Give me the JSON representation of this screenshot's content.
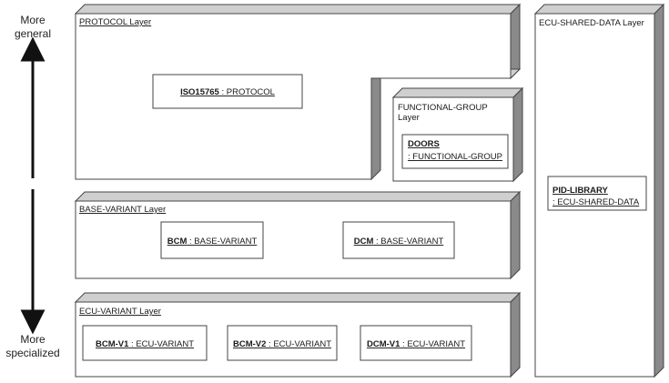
{
  "axis": {
    "top_line1": "More",
    "top_line2": "general",
    "bottom_line1": "More",
    "bottom_line2": "specialized"
  },
  "layers": {
    "protocol": "PROTOCOL Layer",
    "functional_group_line1": "FUNCTIONAL-GROUP",
    "functional_group_line2": "Layer",
    "base_variant": "BASE-VARIANT Layer",
    "ecu_variant": "ECU-VARIANT Layer",
    "ecu_shared_data": "ECU-SHARED-DATA Layer"
  },
  "instances": {
    "iso15765": {
      "name": "ISO15765",
      "type": " : PROTOCOL"
    },
    "doors": {
      "name": "DOORS",
      "type": ": FUNCTIONAL-GROUP"
    },
    "bcm": {
      "name": "BCM",
      "type": " : BASE-VARIANT"
    },
    "dcm": {
      "name": "DCM",
      "type": " : BASE-VARIANT"
    },
    "bcm_v1": {
      "name": "BCM-V1",
      "type": " : ECU-VARIANT"
    },
    "bcm_v2": {
      "name": "BCM-V2",
      "type": " : ECU-VARIANT"
    },
    "dcm_v1": {
      "name": "DCM-V1",
      "type": " : ECU-VARIANT"
    },
    "pid_library": {
      "name": "PID-LIBRARY",
      "type": ": ECU-SHARED-DATA"
    }
  },
  "colors": {
    "panel_face": "#ffffff",
    "panel_top": "#cfcfcf",
    "panel_side": "#8a8a8a",
    "outline": "#444444"
  }
}
